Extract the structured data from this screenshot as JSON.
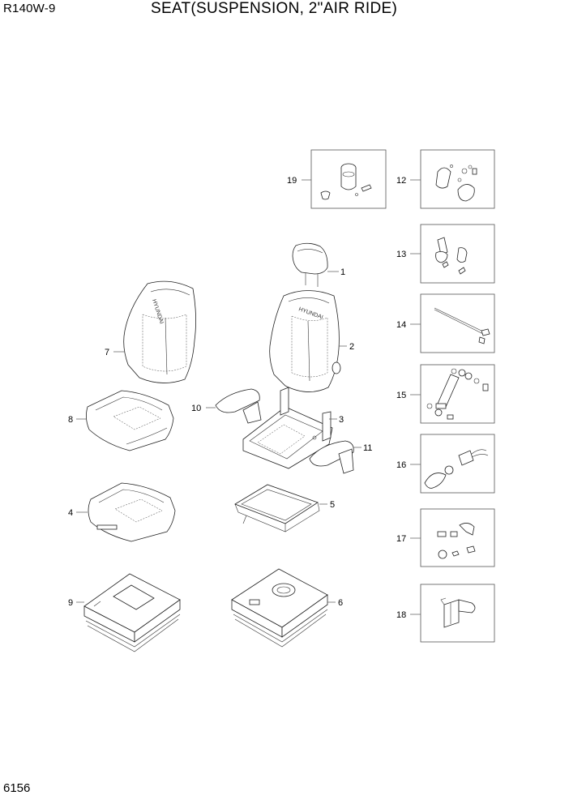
{
  "header": {
    "model": "R140W-9",
    "title": "SEAT(SUSPENSION, 2\"AIR RIDE)"
  },
  "footer": {
    "page_number": "6156"
  },
  "diagram": {
    "brand_text": "HYUNDAI",
    "callouts": [
      "1",
      "2",
      "3",
      "4",
      "5",
      "6",
      "7",
      "8",
      "9",
      "10",
      "11",
      "12",
      "13",
      "14",
      "15",
      "16",
      "17",
      "18",
      "19"
    ]
  }
}
